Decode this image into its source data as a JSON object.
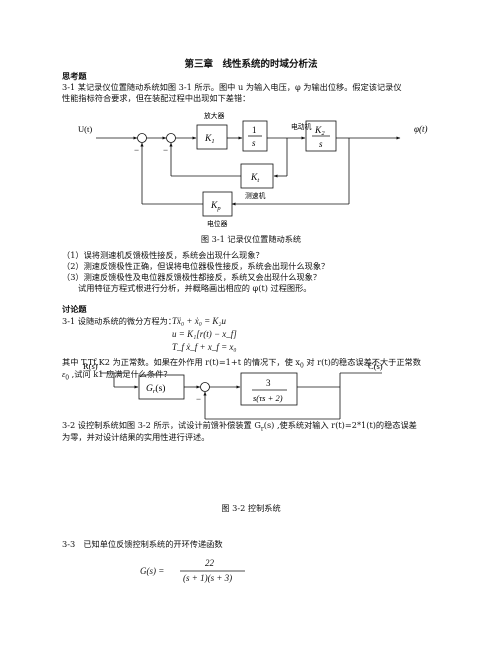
{
  "title": "第三章　线性系统的时域分析法",
  "think": {
    "heading": "思考题",
    "p1a": "3-1  某记录仪位置随动系统如图 3-1 所示。图中 u 为输入电压，φ 为输出位移。假定该记录仪",
    "p1b": "性能指标符合要求，但在装配过程中出现如下差错：",
    "fig1": {
      "input": "U(t)",
      "output": "φ(t)",
      "amp_label": "放大器",
      "motor_label": "电动机",
      "tacho_label": "测速机",
      "pot_label": "电位器",
      "k1": "K",
      "k1_sub": "1",
      "integ_num": "1",
      "integ_den": "s",
      "k2_num": "K",
      "k2_num_sub": "2",
      "k2_den": "s",
      "kt": "K",
      "kt_sub": "t",
      "kp": "K",
      "kp_sub": "p",
      "minus1": "−",
      "minus2": "−"
    },
    "fig1_caption": "图 3-1  记录仪位置随动系统",
    "items": [
      "（1）误将测速机反馈极性接反，系统会出现什么现象？",
      "（2）测速反馈极性正确，但误将电位器极性接反，系统会出现什么现象？",
      "（3）测速反馈极性及电位器反馈极性都接反，系统又会出现什么现象？",
      "试用特征方程式根进行分析，并概略画出相应的 φ(t) 过程图形。"
    ]
  },
  "discuss": {
    "heading": "讨论题",
    "p31": "3-1  设随动系统的微分方程为：",
    "eq1": "Tẍ₀ + ẋ₀ = K₂u",
    "eq2": "u = K₁[r(t) − x_f]",
    "eq3": "T_f ẋ_f + x_f = x₀",
    "p31b_a": "其中 T,Tf,K2 为正常数。如果在外作用 r(t)=1+t 的情况下，使 x",
    "p31b_sub": "0",
    "p31b_b": " 对 r(t)的稳态误差不大于正常数",
    "p31c_a": "ε",
    "p31c_sub": "0",
    "p31c_b": " ,试问 k1 应满足什么条件？",
    "p32a": "3-2  设控制系统如图 3-2 所示，试设计前馈补偿装置 G",
    "p32a_sub": "r",
    "p32a_b": "(s) ,使系统对输入 r(t)=2*1(t)的稳态误差",
    "p32b": "为零，并对设计结果的实用性进行评述。",
    "fig2": {
      "input": "R(s)",
      "output": "C(s)",
      "gr": "G",
      "gr_sub": "r",
      "gr_arg": "(s)",
      "num": "3",
      "den": "s(τs + 2)",
      "minus": "−"
    },
    "fig2_caption": "图 3-2  控制系统",
    "p33": "3-3　已知单位反馈控制系统的开环传递函数",
    "g_lhs": "G(s) =",
    "g_num": "22",
    "g_den": "(s + 1)(s + 3)"
  }
}
